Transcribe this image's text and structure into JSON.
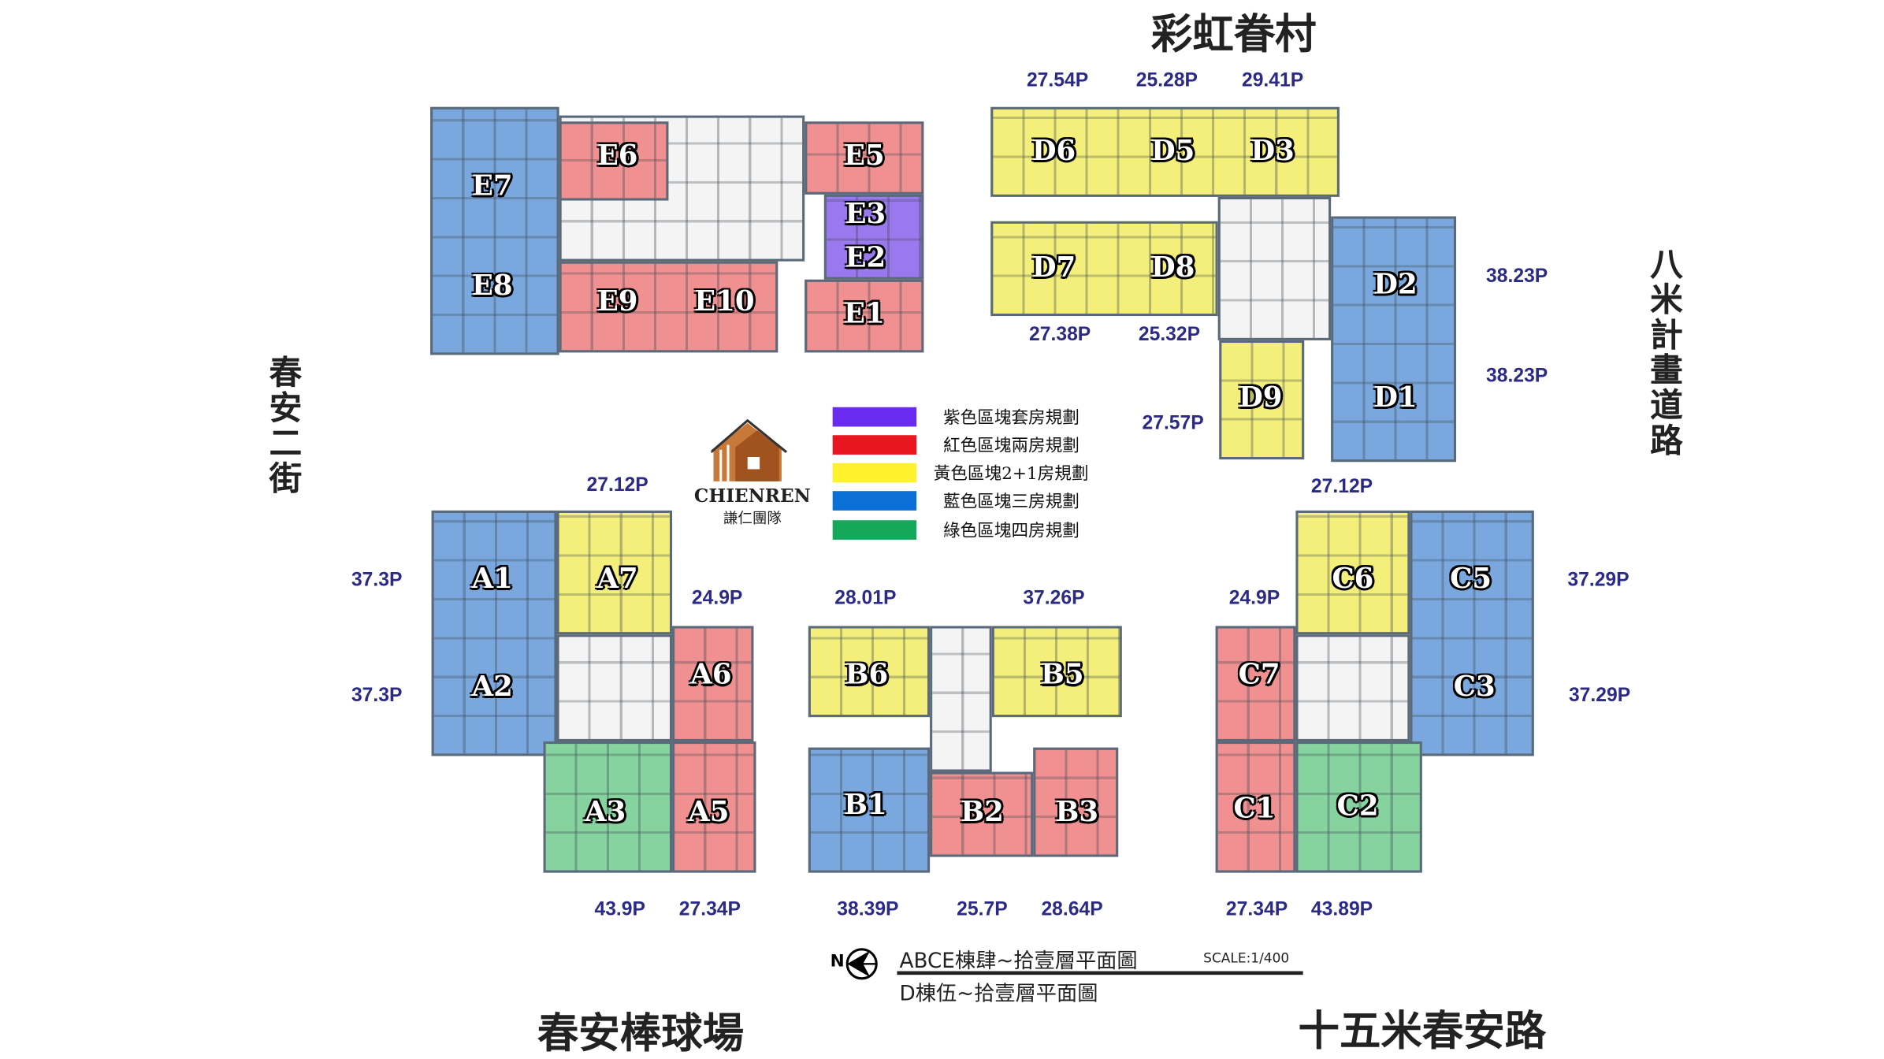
{
  "streets": {
    "north": "彩虹眷村",
    "east": "八米計畫道路",
    "west": "春安二街",
    "south_left": "春安棒球場",
    "south_right": "十五米春安路"
  },
  "legend": [
    {
      "label": "紫色區塊套房規劃",
      "color": "#6a2bf0"
    },
    {
      "label": "紅色區塊兩房規劃",
      "color": "#e8161e"
    },
    {
      "label": "黃色區塊2+1房規劃",
      "color": "#fff12e"
    },
    {
      "label": "藍色區塊三房規劃",
      "color": "#0a6fd6"
    },
    {
      "label": "綠色區塊四房規劃",
      "color": "#15a85a"
    }
  ],
  "logo": {
    "name": "CHIENREN",
    "subtitle": "謙仁團隊"
  },
  "plan_title": {
    "line1": "ABCE棟肆~拾壹層平面圖",
    "line2": "D棟伍~拾壹層平面圖",
    "scale": "SCALE:1/400",
    "north": "N"
  },
  "units": [
    "E7",
    "E8",
    "E6",
    "E5",
    "E3",
    "E2",
    "E9",
    "E10",
    "E1",
    "D6",
    "D5",
    "D3",
    "D7",
    "D8",
    "D2",
    "D1",
    "D9",
    "A1",
    "A7",
    "A6",
    "A2",
    "A3",
    "A5",
    "B6",
    "B5",
    "B1",
    "B2",
    "B3",
    "C6",
    "C5",
    "C7",
    "C3",
    "C1",
    "C2"
  ],
  "areas": [
    "27.54P",
    "25.28P",
    "29.41P",
    "27.38P",
    "25.32P",
    "38.23P",
    "38.23P",
    "27.57P",
    "27.12P",
    "27.12P",
    "37.3P",
    "24.9P",
    "37.3P",
    "43.9P",
    "27.34P",
    "28.01P",
    "37.26P",
    "38.39P",
    "25.7P",
    "28.64P",
    "24.9P",
    "37.29P",
    "37.29P",
    "27.34P",
    "43.89P"
  ]
}
